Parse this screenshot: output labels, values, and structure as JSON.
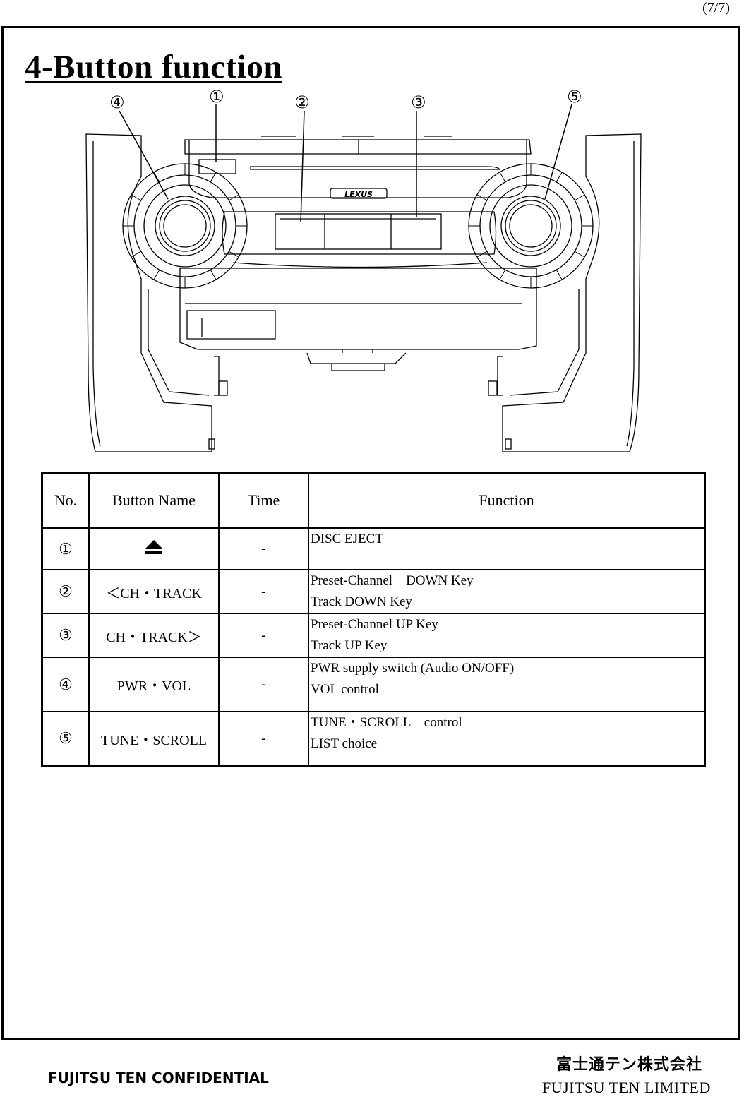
{
  "page": {
    "number": "(7/7)"
  },
  "section": {
    "title": "4-Button function"
  },
  "callouts": [
    "④",
    "①",
    "②",
    "③",
    "⑤"
  ],
  "table": {
    "headers": {
      "no": "No.",
      "name": "Button Name",
      "time": "Time",
      "function": "Function"
    },
    "rows": [
      {
        "no": "①",
        "name": "",
        "icon": "eject-icon",
        "time": "-",
        "function": [
          "DISC EJECT"
        ]
      },
      {
        "no": "②",
        "name": "＜CH・TRACK",
        "time": "-",
        "function": [
          "Preset-Channel　DOWN Key",
          "Track DOWN Key"
        ]
      },
      {
        "no": "③",
        "name": "CH・TRACK＞",
        "time": "-",
        "function": [
          "Preset-Channel UP Key",
          "Track UP Key"
        ]
      },
      {
        "no": "④",
        "name": "PWR・VOL",
        "time": "-",
        "function": [
          "PWR supply switch (Audio ON/OFF)",
          "VOL control"
        ]
      },
      {
        "no": "⑤",
        "name": "TUNE・SCROLL",
        "time": "-",
        "function": [
          "TUNE・SCROLL　control",
          "LIST choice"
        ]
      }
    ]
  },
  "footer": {
    "confidential": "FUJITSU TEN CONFIDENTIAL",
    "company_jp": "富士通テン株式会社",
    "company_en": "FUJITSU TEN LIMITED"
  },
  "diagram": {
    "logo_text": "LEXUS"
  }
}
